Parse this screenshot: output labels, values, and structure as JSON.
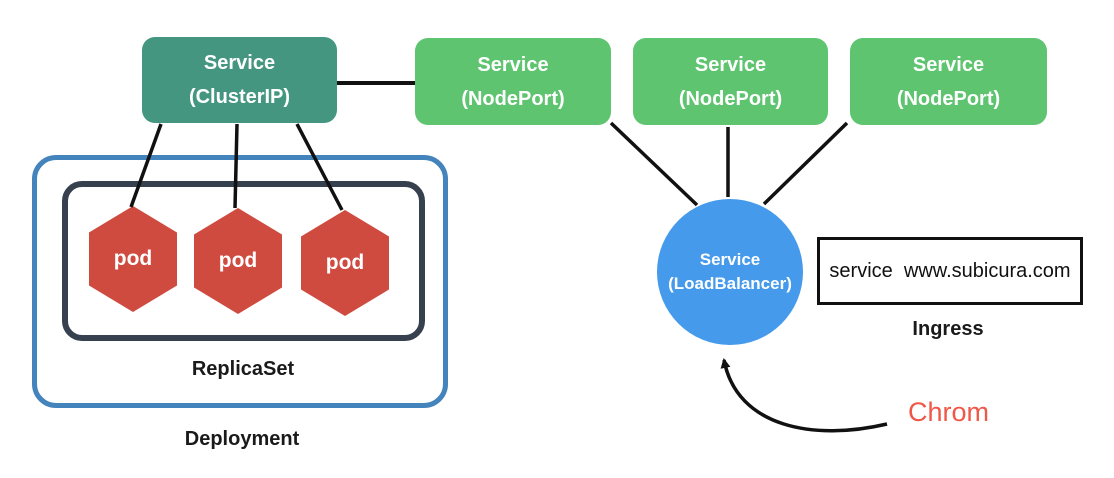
{
  "colors": {
    "cluster_ip": "#459681",
    "node_port": "#5ec46f",
    "load_balancer": "#459aec",
    "pod": "#cf4a3f",
    "deployment_border": "#4484bc",
    "replicaset_border": "#36404e",
    "line": "#111111",
    "client_text": "#ef5748",
    "label_text": "#1a1a1a"
  },
  "nodes": {
    "cluster_ip": {
      "line1": "Service",
      "line2": "(ClusterIP)"
    },
    "node_ports": [
      {
        "line1": "Service",
        "line2": "(NodePort)"
      },
      {
        "line1": "Service",
        "line2": "(NodePort)"
      },
      {
        "line1": "Service",
        "line2": "(NodePort)"
      }
    ],
    "load_balancer": {
      "line1": "Service",
      "line2": "(LoadBalancer)"
    },
    "pods": [
      {
        "label": "pod"
      },
      {
        "label": "pod"
      },
      {
        "label": "pod"
      }
    ]
  },
  "labels": {
    "replicaset": "ReplicaSet",
    "deployment": "Deployment",
    "ingress": "Ingress",
    "client": "Chrom"
  },
  "ingress_box": {
    "text": "service  www.subicura.com"
  }
}
